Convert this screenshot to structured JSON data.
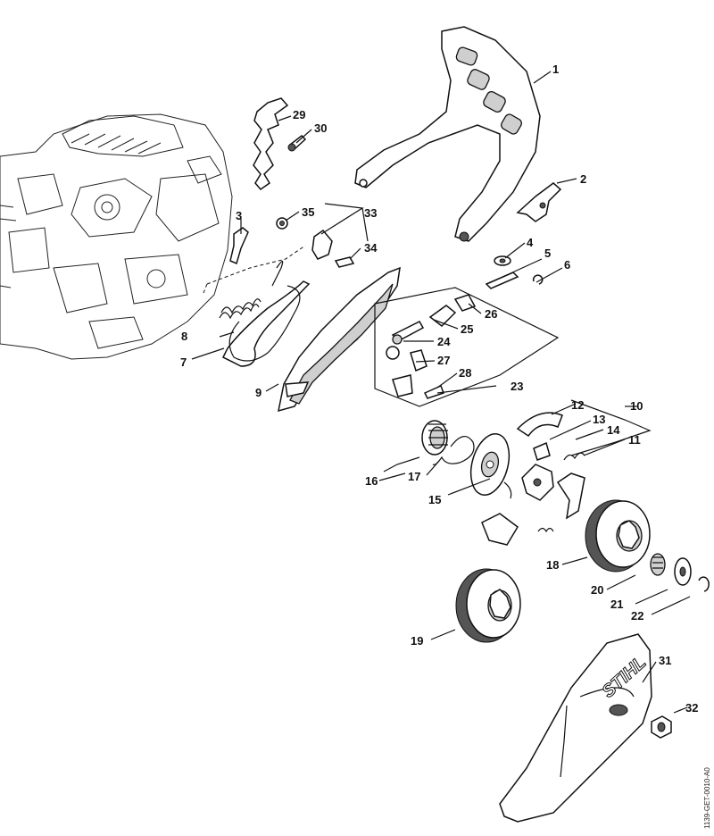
{
  "doc_id": "1139-GET-0010-A0",
  "callouts": [
    "1",
    "2",
    "3",
    "4",
    "5",
    "6",
    "7",
    "8",
    "9",
    "10",
    "11",
    "12",
    "13",
    "14",
    "15",
    "16",
    "17",
    "18",
    "19",
    "20",
    "21",
    "22",
    "23",
    "24",
    "25",
    "26",
    "27",
    "28",
    "29",
    "30",
    "31",
    "32",
    "33",
    "34",
    "35"
  ],
  "logo_text": "STIHL",
  "colors": {
    "line": "#111111",
    "shade": "#cfcfcf",
    "background": "#ffffff"
  }
}
